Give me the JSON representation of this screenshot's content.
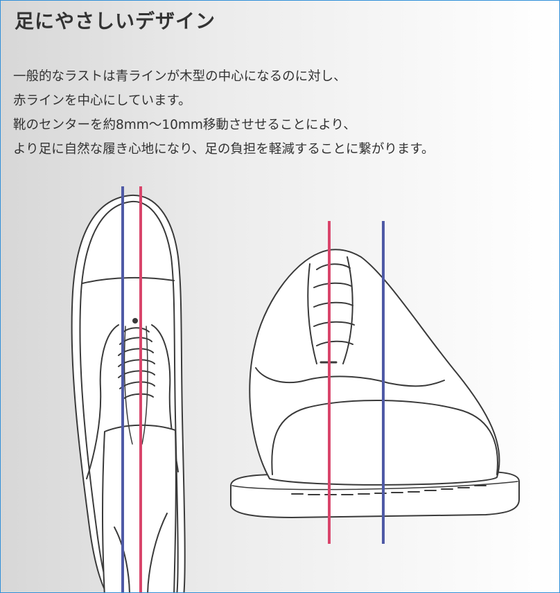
{
  "title": "足にやさしいデザイン",
  "description": [
    "一般的なラストは青ラインが木型の中心になるのに対し、",
    "赤ラインを中心にしています。",
    "靴のセンターを約8mm〜10mm移動させせることにより、",
    "より足に自然な履き心地になり、足の負担を軽減することに繋がります。"
  ],
  "colors": {
    "blue_line": "#4f5aa6",
    "red_line": "#d9456b",
    "outline": "#3a3a3a",
    "frame_border": "#2f8fd8"
  },
  "illustrations": {
    "top_view": "shoe-top-view-illustration",
    "front_view": "shoe-front-view-illustration"
  }
}
